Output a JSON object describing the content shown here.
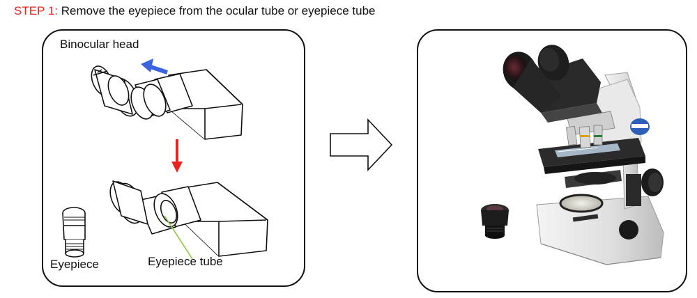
{
  "step": {
    "prefix": "STEP 1:",
    "text": " Remove the eyepiece from the ocular tube or eyepiece tube"
  },
  "labels": {
    "binocular_head": "Binocular head",
    "eyepiece": "Eyepiece",
    "eyepiece_tube": "Eyepiece tube"
  },
  "colors": {
    "step_prefix": "#e8231c",
    "remove_arrow": "#3a63e0",
    "down_arrow": "#e8231c",
    "leader_line": "#8dc63f",
    "microscope_knob_blue": "#2d5fb8"
  },
  "icons": {
    "transition": "hollow-right-arrow-icon"
  }
}
